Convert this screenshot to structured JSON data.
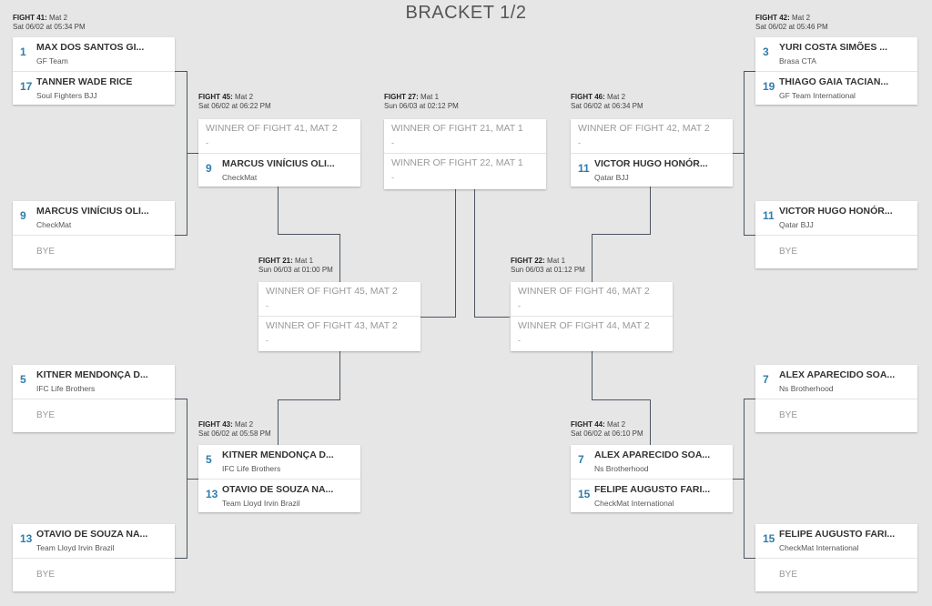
{
  "title": "BRACKET 1/2",
  "fights": {
    "f41": {
      "label": "FIGHT 41:",
      "mat": "Mat 2",
      "date": "Sat 06/02 at 05:34 PM",
      "a": {
        "seed": "1",
        "name": "MAX DOS SANTOS GI...",
        "team": "GF Team"
      },
      "b": {
        "seed": "17",
        "name": "TANNER WADE RICE",
        "team": "Soul Fighters BJJ"
      }
    },
    "f41b": {
      "a": {
        "seed": "9",
        "name": "MARCUS VINÍCIUS OLI...",
        "team": "CheckMat"
      },
      "b": {
        "bye": "BYE"
      }
    },
    "f42": {
      "label": "FIGHT 42:",
      "mat": "Mat 2",
      "date": "Sat 06/02 at 05:46 PM",
      "a": {
        "seed": "3",
        "name": "YURI COSTA SIMÕES ...",
        "team": "Brasa CTA"
      },
      "b": {
        "seed": "19",
        "name": "THIAGO GAIA TACIAN...",
        "team": "GF Team International"
      }
    },
    "f42b": {
      "a": {
        "seed": "11",
        "name": "VICTOR HUGO HONÓR...",
        "team": "Qatar BJJ"
      },
      "b": {
        "bye": "BYE"
      }
    },
    "f45": {
      "label": "FIGHT 45:",
      "mat": "Mat 2",
      "date": "Sat 06/02 at 06:22 PM",
      "a": {
        "winner": "WINNER OF FIGHT 41, MAT 2",
        "dash": "-"
      },
      "b": {
        "seed": "9",
        "name": "MARCUS VINÍCIUS OLI...",
        "team": "CheckMat"
      }
    },
    "f27": {
      "label": "FIGHT 27:",
      "mat": "Mat 1",
      "date": "Sun 06/03 at 02:12 PM",
      "a": {
        "winner": "WINNER OF FIGHT 21, MAT 1",
        "dash": "-"
      },
      "b": {
        "winner": "WINNER OF FIGHT 22, MAT 1",
        "dash": "-"
      }
    },
    "f46": {
      "label": "FIGHT 46:",
      "mat": "Mat 2",
      "date": "Sat 06/02 at 06:34 PM",
      "a": {
        "winner": "WINNER OF FIGHT 42, MAT 2",
        "dash": "-"
      },
      "b": {
        "seed": "11",
        "name": "VICTOR HUGO HONÓR...",
        "team": "Qatar BJJ"
      }
    },
    "f21": {
      "label": "FIGHT 21:",
      "mat": "Mat 1",
      "date": "Sun 06/03 at 01:00 PM",
      "a": {
        "winner": "WINNER OF FIGHT 45, MAT 2",
        "dash": "-"
      },
      "b": {
        "winner": "WINNER OF FIGHT 43, MAT 2",
        "dash": "-"
      }
    },
    "f22": {
      "label": "FIGHT 22:",
      "mat": "Mat 1",
      "date": "Sun 06/03 at 01:12 PM",
      "a": {
        "winner": "WINNER OF FIGHT 46, MAT 2",
        "dash": "-"
      },
      "b": {
        "winner": "WINNER OF FIGHT 44, MAT 2",
        "dash": "-"
      }
    },
    "l5": {
      "a": {
        "seed": "5",
        "name": "KITNER MENDONÇA D...",
        "team": "IFC Life Brothers"
      },
      "b": {
        "bye": "BYE"
      }
    },
    "l13": {
      "a": {
        "seed": "13",
        "name": "OTAVIO DE SOUZA NA...",
        "team": "Team Lloyd Irvin Brazil"
      },
      "b": {
        "bye": "BYE"
      }
    },
    "r7": {
      "a": {
        "seed": "7",
        "name": "ALEX APARECIDO SOA...",
        "team": "Ns Brotherhood"
      },
      "b": {
        "bye": "BYE"
      }
    },
    "r15": {
      "a": {
        "seed": "15",
        "name": "FELIPE AUGUSTO FARI...",
        "team": "CheckMat International"
      },
      "b": {
        "bye": "BYE"
      }
    },
    "f43": {
      "label": "FIGHT 43:",
      "mat": "Mat 2",
      "date": "Sat 06/02 at 05:58 PM",
      "a": {
        "seed": "5",
        "name": "KITNER MENDONÇA D...",
        "team": "IFC Life Brothers"
      },
      "b": {
        "seed": "13",
        "name": "OTAVIO DE SOUZA NA...",
        "team": "Team Lloyd Irvin Brazil"
      }
    },
    "f44": {
      "label": "FIGHT 44:",
      "mat": "Mat 2",
      "date": "Sat 06/02 at 06:10 PM",
      "a": {
        "seed": "7",
        "name": "ALEX APARECIDO SOA...",
        "team": "Ns Brotherhood"
      },
      "b": {
        "seed": "15",
        "name": "FELIPE AUGUSTO FARI...",
        "team": "CheckMat International"
      }
    }
  }
}
